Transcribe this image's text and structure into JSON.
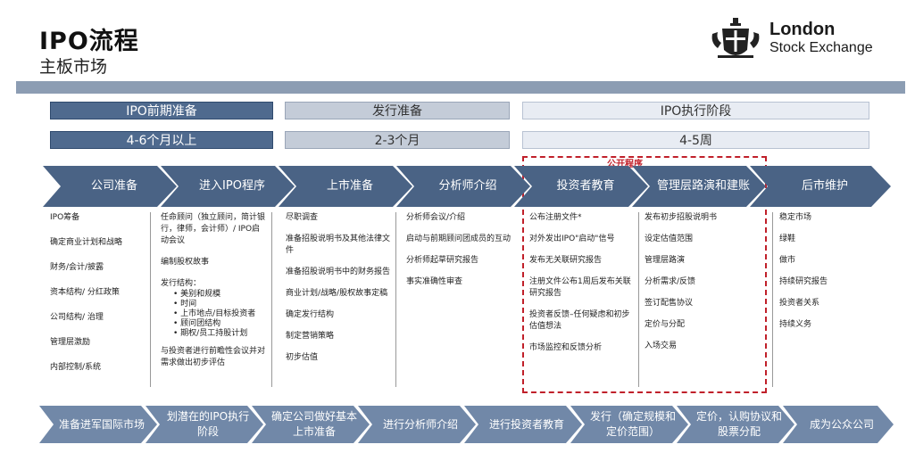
{
  "header": {
    "title": "IPO流程",
    "subtitle": "主板市场"
  },
  "logo": {
    "line1": "London",
    "line2": "Stock Exchange"
  },
  "phases": [
    {
      "name": "IPO前期准备",
      "duration": "4-6个月以上"
    },
    {
      "name": "发行准备",
      "duration": "2-3个月"
    },
    {
      "name": "IPO执行阶段",
      "duration": "4-5周"
    }
  ],
  "public_label": "公开程序",
  "steps": [
    "公司准备",
    "进入IPO程序",
    "上市准备",
    "分析师介绍",
    "投资者教育",
    "管理层路演和建账",
    "后市维护"
  ],
  "columns": {
    "c1": [
      "IPO筹备",
      "确定商业计划和战略",
      "财务/会计/披露",
      "资本结构/ 分红政策",
      "公司结构/ 治理",
      "管理层激励",
      "内部控制/系统"
    ],
    "c2_top": [
      "任命顾问（独立顾问，简计银行，律师，会计师）/ IPO启动会议",
      "编制股权故事"
    ],
    "c2_struct_title": "发行结构：",
    "c2_bullets": [
      "美别和规模",
      "时间",
      "上市地点/目标投资者",
      "顾问团结构",
      "期权/员工持股计划"
    ],
    "c2_bottom": "与投资者进行前瞻性会议并对需求做出初步评估",
    "c3": [
      "尽职调查",
      "准备招股说明书及其他法律文件",
      "准备招股说明书中的财务报告",
      "商业计划/战略/股权故事定稿",
      "确定发行结构",
      "制定营销策略",
      "初步估值"
    ],
    "c4": [
      "分析师会议/介绍",
      "启动与前期顾问团成员的互动",
      "分析师起草研究报告",
      "事实准确性审查"
    ],
    "c5": [
      "公布注册文件*",
      "对外发出IPO\"启动\"信号",
      "发布无关联研究报告",
      "注册文件公布1周后发布关联研究报告",
      "投资者反馈–任何疑虑和初步估值想法",
      "市场监控和反馈分析"
    ],
    "c6": [
      "发布初步招股说明书",
      "设定估值范围",
      "管理层路演",
      "分析需求/反馈",
      "签订配售协议",
      "定价与分配",
      "入场交易"
    ],
    "c7": [
      "稳定市场",
      "绿鞋",
      "做市",
      "持续研究报告",
      "投资者关系",
      "持续义务"
    ]
  },
  "bottom_steps": [
    "准备进军国际市场",
    "划潜在的IPO执行阶段",
    "确定公司做好基本上市准备",
    "进行分析师介绍",
    "进行投资者教育",
    "发行（确定规模和定价范围）",
    "定价，认购协议和股票分配",
    "成为公众公司"
  ],
  "colors": {
    "phase_dark": "#4f6a8e",
    "step_blue": "#4a6385",
    "bottom_blue": "#7188a8",
    "public_red": "#c0202a"
  }
}
